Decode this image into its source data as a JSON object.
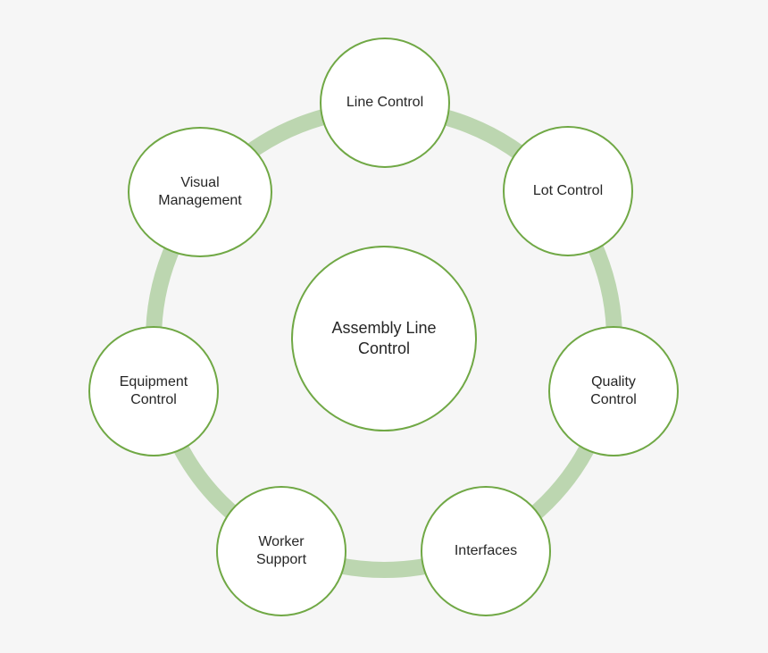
{
  "colors": {
    "ring": "#bcd6b0",
    "node_border": "#70a845",
    "node_fill": "#ffffff",
    "background": "#f6f6f6",
    "text": "#262626"
  },
  "diagram": {
    "center": {
      "label": "Assembly Line\nControl"
    },
    "nodes": [
      {
        "id": "line-control",
        "label": "Line Control"
      },
      {
        "id": "lot-control",
        "label": "Lot Control"
      },
      {
        "id": "quality-control",
        "label": "Quality\nControl"
      },
      {
        "id": "interfaces",
        "label": "Interfaces"
      },
      {
        "id": "worker-support",
        "label": "Worker\nSupport"
      },
      {
        "id": "equipment-control",
        "label": "Equipment\nControl"
      },
      {
        "id": "visual-management",
        "label": "Visual\nManagement"
      }
    ]
  }
}
